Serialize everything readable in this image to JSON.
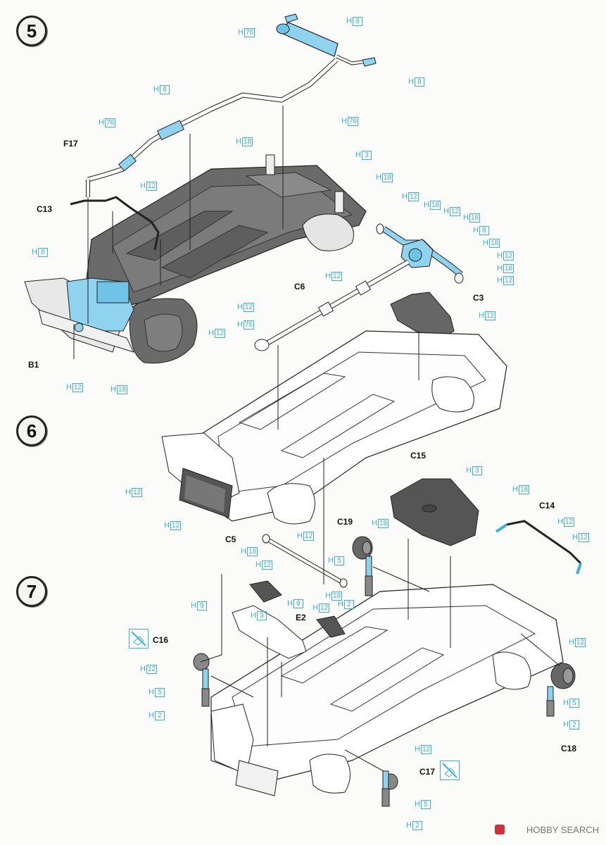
{
  "steps": [
    "5",
    "6",
    "7"
  ],
  "part_labels": {
    "f17": "F17",
    "c13": "C13",
    "b1": "B1",
    "c6": "C6",
    "c3": "C3",
    "c5": "C5",
    "c15": "C15",
    "c14": "C14",
    "c19": "C19",
    "e2": "E2",
    "c16": "C16",
    "c17": "C17",
    "c18": "C18"
  },
  "color_marks": [
    {
      "id": "h76a",
      "letter": "H",
      "num": "76"
    },
    {
      "id": "h8a",
      "letter": "H",
      "num": "8"
    },
    {
      "id": "h8b",
      "letter": "H",
      "num": "8"
    },
    {
      "id": "h8c",
      "letter": "H",
      "num": "8"
    },
    {
      "id": "h76b",
      "letter": "H",
      "num": "76"
    },
    {
      "id": "h76c",
      "letter": "H",
      "num": "76"
    },
    {
      "id": "h12a",
      "letter": "H",
      "num": "12"
    },
    {
      "id": "h18a",
      "letter": "H",
      "num": "18"
    },
    {
      "id": "h3a",
      "letter": "H",
      "num": "3"
    },
    {
      "id": "h18b",
      "letter": "H",
      "num": "18"
    },
    {
      "id": "h8d",
      "letter": "H",
      "num": "8"
    },
    {
      "id": "h12b",
      "letter": "H",
      "num": "12"
    },
    {
      "id": "h18c",
      "letter": "H",
      "num": "18"
    },
    {
      "id": "h12c",
      "letter": "H",
      "num": "12"
    },
    {
      "id": "h18d",
      "letter": "H",
      "num": "18"
    },
    {
      "id": "h8e",
      "letter": "H",
      "num": "8"
    },
    {
      "id": "h18e",
      "letter": "H",
      "num": "18"
    },
    {
      "id": "h12d",
      "letter": "H",
      "num": "12"
    },
    {
      "id": "h18f",
      "letter": "H",
      "num": "18"
    },
    {
      "id": "h12e",
      "letter": "H",
      "num": "12"
    },
    {
      "id": "h12f",
      "letter": "H",
      "num": "12"
    },
    {
      "id": "h12g",
      "letter": "H",
      "num": "12"
    },
    {
      "id": "h12h",
      "letter": "H",
      "num": "12"
    },
    {
      "id": "h12i",
      "letter": "H",
      "num": "12"
    },
    {
      "id": "h18g",
      "letter": "H",
      "num": "18"
    },
    {
      "id": "h76d",
      "letter": "H",
      "num": "76"
    },
    {
      "id": "h12j",
      "letter": "H",
      "num": "12"
    },
    {
      "id": "h3b",
      "letter": "H",
      "num": "3"
    },
    {
      "id": "h12k",
      "letter": "H",
      "num": "12"
    },
    {
      "id": "h12l",
      "letter": "H",
      "num": "12"
    },
    {
      "id": "h18h",
      "letter": "H",
      "num": "18"
    },
    {
      "id": "h12m",
      "letter": "H",
      "num": "12"
    },
    {
      "id": "h12n",
      "letter": "H",
      "num": "12"
    },
    {
      "id": "h18i",
      "letter": "H",
      "num": "18"
    },
    {
      "id": "h12o",
      "letter": "H",
      "num": "12"
    },
    {
      "id": "h18j",
      "letter": "H",
      "num": "18"
    },
    {
      "id": "h5a",
      "letter": "H",
      "num": "5"
    },
    {
      "id": "h12p",
      "letter": "H",
      "num": "12"
    },
    {
      "id": "h2a",
      "letter": "H",
      "num": "2"
    },
    {
      "id": "h18k",
      "letter": "H",
      "num": "18"
    },
    {
      "id": "h9a",
      "letter": "H",
      "num": "9"
    },
    {
      "id": "h9b",
      "letter": "H",
      "num": "9"
    },
    {
      "id": "h12q",
      "letter": "H",
      "num": "12"
    },
    {
      "id": "h3c",
      "letter": "H",
      "num": "3"
    },
    {
      "id": "h12r",
      "letter": "H",
      "num": "12"
    },
    {
      "id": "h5b",
      "letter": "H",
      "num": "5"
    },
    {
      "id": "h2b",
      "letter": "H",
      "num": "2"
    },
    {
      "id": "h12s",
      "letter": "H",
      "num": "12"
    },
    {
      "id": "h5c",
      "letter": "H",
      "num": "5"
    },
    {
      "id": "h2c",
      "letter": "H",
      "num": "2"
    },
    {
      "id": "h12t",
      "letter": "H",
      "num": "12"
    },
    {
      "id": "h5d",
      "letter": "H",
      "num": "5"
    },
    {
      "id": "h2d",
      "letter": "H",
      "num": "2"
    }
  ],
  "watermark": "HOBBY SEARCH",
  "colors": {
    "accent": "#3ab0d8",
    "part_fill": "#8fd3ef",
    "dark_part": "#555555",
    "line": "#222222"
  }
}
